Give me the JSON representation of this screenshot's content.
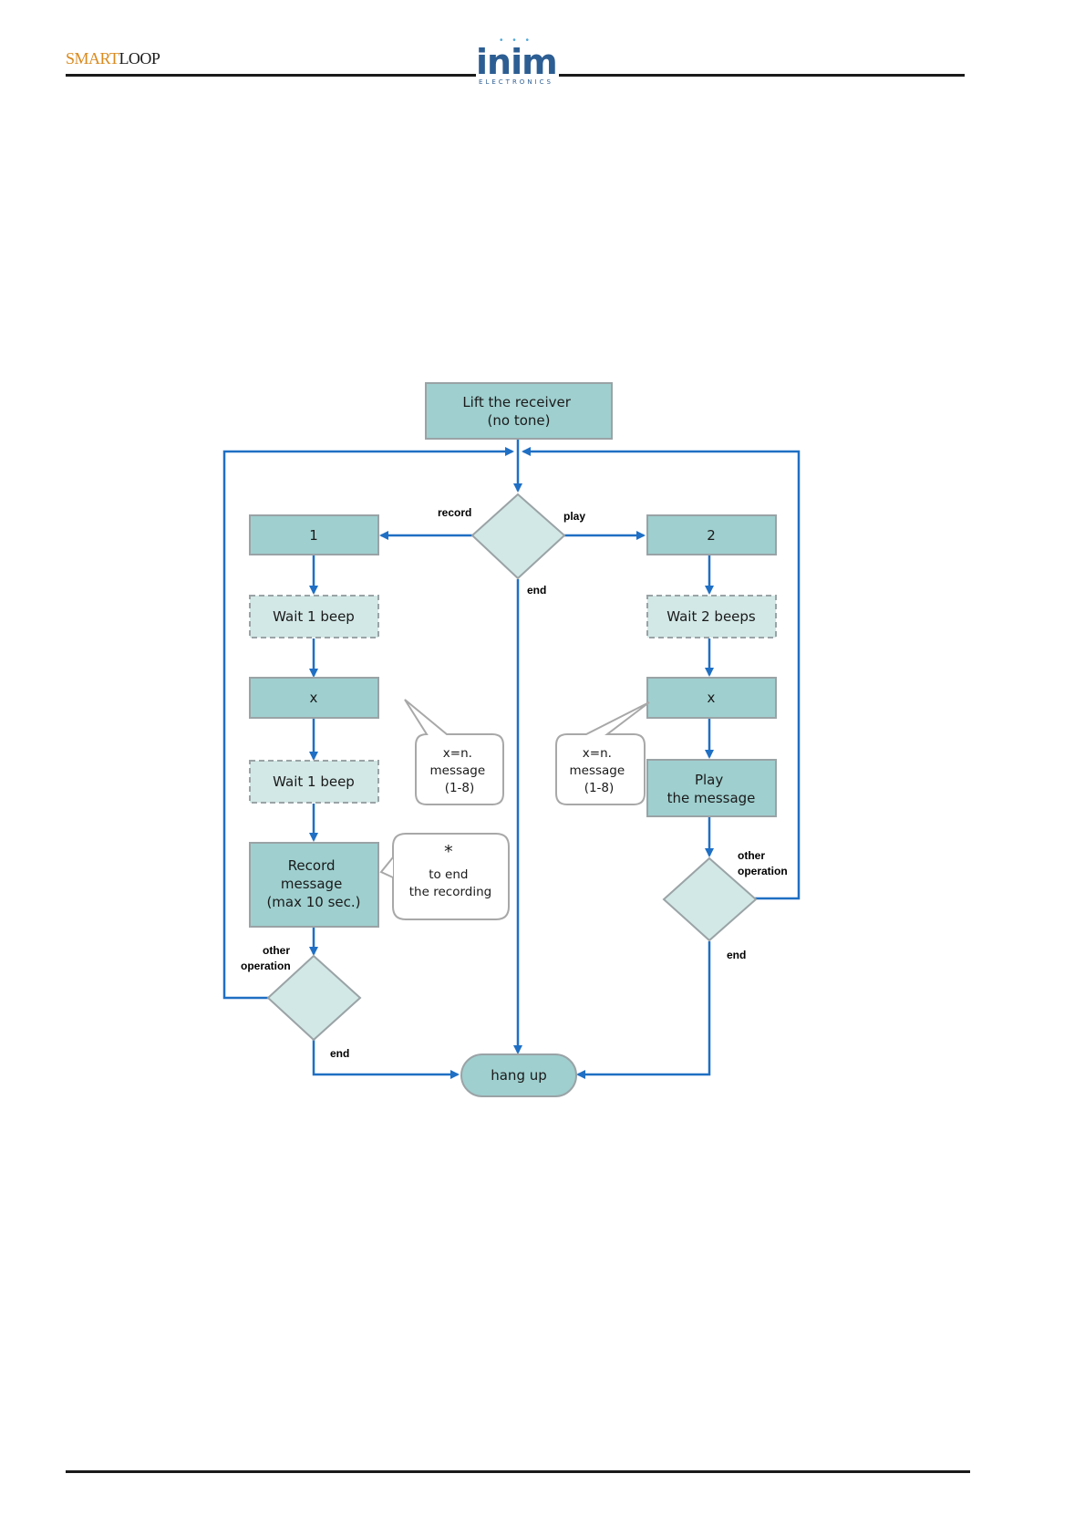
{
  "header": {
    "brand_part1": "SMART",
    "brand_part2": "LOOP",
    "logo_text": "inim",
    "logo_subtext": "ELECTRONICS"
  },
  "flowchart": {
    "start": [
      "Lift the receiver",
      "(no tone)"
    ],
    "branch_labels": {
      "record": "record",
      "play": "play",
      "end_center": "end",
      "other_op_right": [
        "other",
        "operation"
      ],
      "end_right": "end",
      "other_op_left": [
        "other",
        "operation"
      ],
      "end_left": "end"
    },
    "left_steps": {
      "key": "1",
      "wait1": "Wait 1 beep",
      "x": "x",
      "wait2": "Wait 1 beep",
      "record": [
        "Record",
        "message",
        "(max 10 sec.)"
      ]
    },
    "right_steps": {
      "key": "2",
      "wait": "Wait 2 beeps",
      "x": "x",
      "play": [
        "Play",
        "the message"
      ]
    },
    "notes": {
      "left_x": [
        "x=n.",
        "message",
        "(1-8)"
      ],
      "right_x": [
        "x=n.",
        "message",
        "(1-8)"
      ],
      "star": [
        "*",
        "to end",
        "the recording"
      ]
    },
    "terminal": "hang up"
  },
  "colors": {
    "box_fill": "#9fcfcf",
    "box_light_fill": "#d2e8e6",
    "box_border": "#9aa3a6",
    "arrow": "#1f6fc4"
  }
}
